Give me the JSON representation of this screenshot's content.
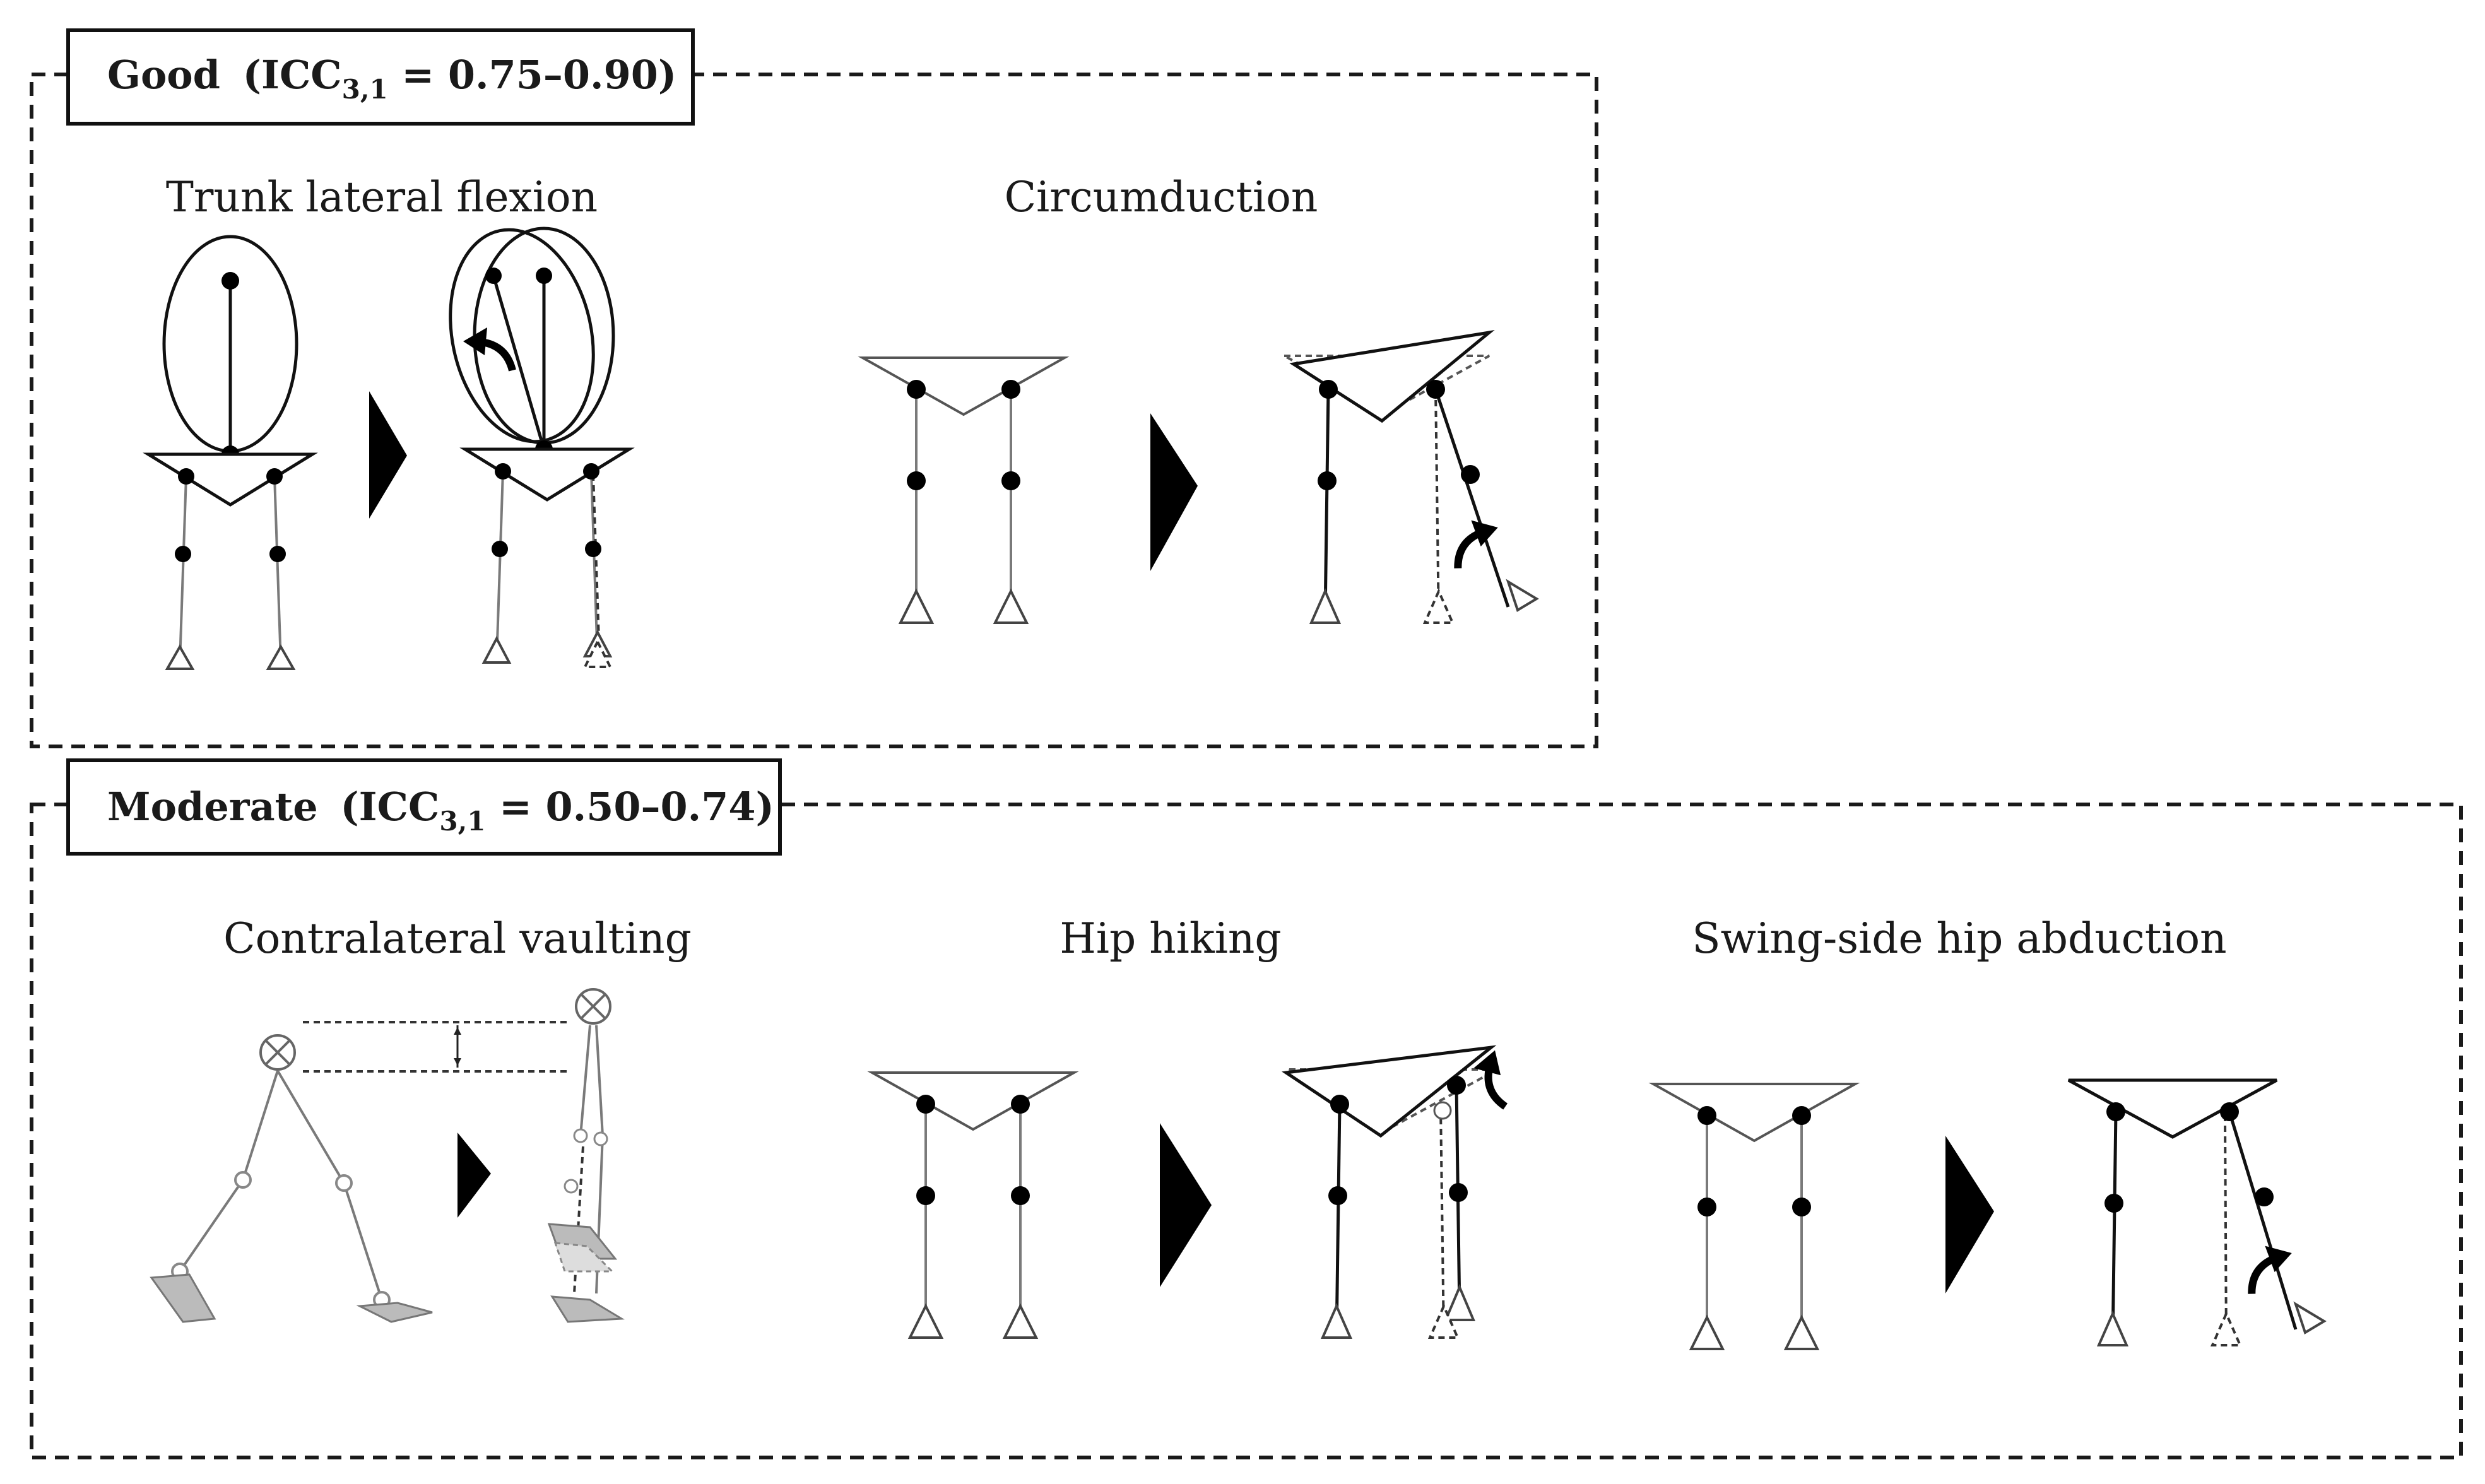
{
  "groups": [
    {
      "id": "good",
      "label": {
        "level": "Good",
        "icc_prefix": "(ICC",
        "icc_subscript": "3,1",
        "icc_suffix": " = 0.75–0.90)"
      },
      "panels": [
        "Trunk lateral flexion",
        "Circumduction"
      ]
    },
    {
      "id": "moderate",
      "label": {
        "level": "Moderate",
        "icc_prefix": "(ICC",
        "icc_subscript": "3,1",
        "icc_suffix": " = 0.50–0.74)"
      },
      "panels": [
        "Contralateral  vaulting",
        "Hip hiking",
        "Swing-side hip abduction"
      ]
    }
  ]
}
